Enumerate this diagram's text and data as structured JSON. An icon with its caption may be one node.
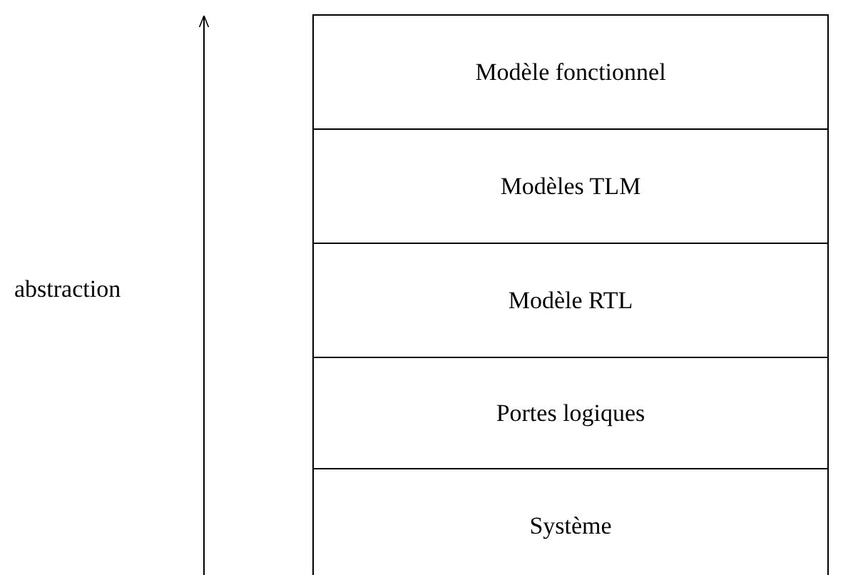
{
  "diagram": {
    "nodes": [
      {
        "text": [
          "Modèle fonctionnel"
        ]
      },
      {
        "text": [
          "Modèles TLM"
        ]
      },
      {
        "text": [
          "Modèle RTL"
        ]
      },
      {
        "text": [
          "Portes logiques"
        ]
      },
      {
        "text": [
          "Système"
        ]
      }
    ],
    "labels": [
      "abstraction"
    ]
  }
}
